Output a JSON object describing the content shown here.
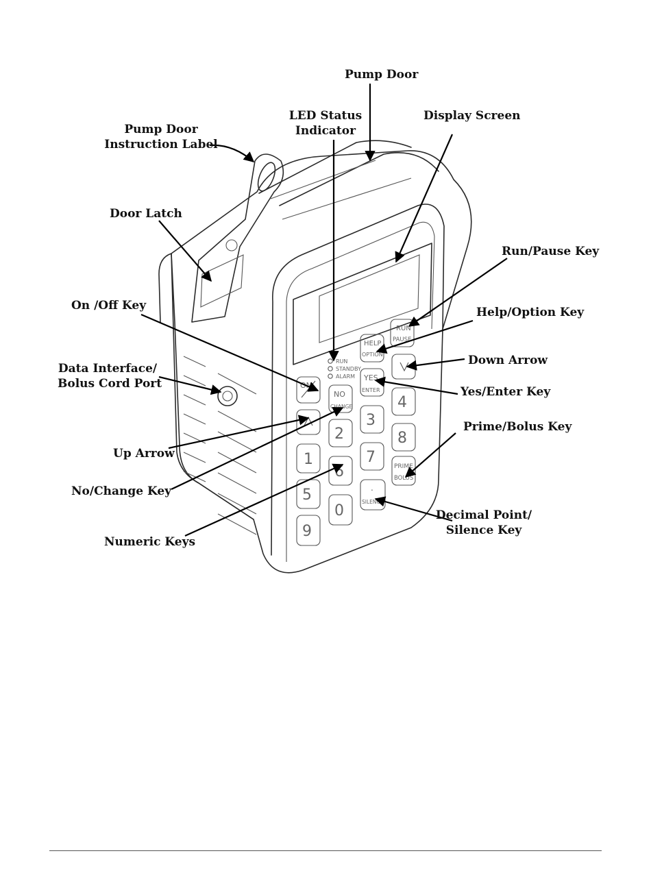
{
  "labels": {
    "pump_door": "Pump Door",
    "led_status_line1": "LED Status",
    "led_status_line2": "Indicator",
    "display_screen": "Display Screen",
    "pump_door_instruction_line1": "Pump Door",
    "pump_door_instruction_line2": "Instruction Label",
    "door_latch": "Door Latch",
    "run_pause_key": "Run/Pause Key",
    "on_off_key": "On /Off Key",
    "help_option_key": "Help/Option Key",
    "down_arrow": "Down Arrow",
    "data_interface_line1": "Data Interface/",
    "data_interface_line2": "Bolus Cord Port",
    "yes_enter_key": "Yes/Enter Key",
    "prime_bolus_key": "Prime/Bolus Key",
    "up_arrow": "Up Arrow",
    "no_change_key": "No/Change Key",
    "decimal_point_line1": "Decimal Point/",
    "decimal_point_line2": "Silence Key",
    "numeric_keys": "Numeric Keys"
  },
  "device": {
    "led_run": "RUN",
    "led_standby": "STANDBY",
    "led_alarm": "ALARM",
    "key_on": "ON",
    "key_help": "HELP",
    "key_option": "OPTION",
    "key_run": "RUN",
    "key_pause": "PAUSE",
    "key_no": "NO",
    "key_change": "CHANGE",
    "key_yes": "YES",
    "key_enter": "ENTER",
    "key_prime": "PRIME",
    "key_bolus": "BOLUS",
    "key_silence": "SILENCE",
    "key_dot": ".",
    "digits": [
      "4",
      "3",
      "8",
      "2",
      "7",
      "1",
      "6",
      "5",
      "0",
      "9"
    ]
  }
}
